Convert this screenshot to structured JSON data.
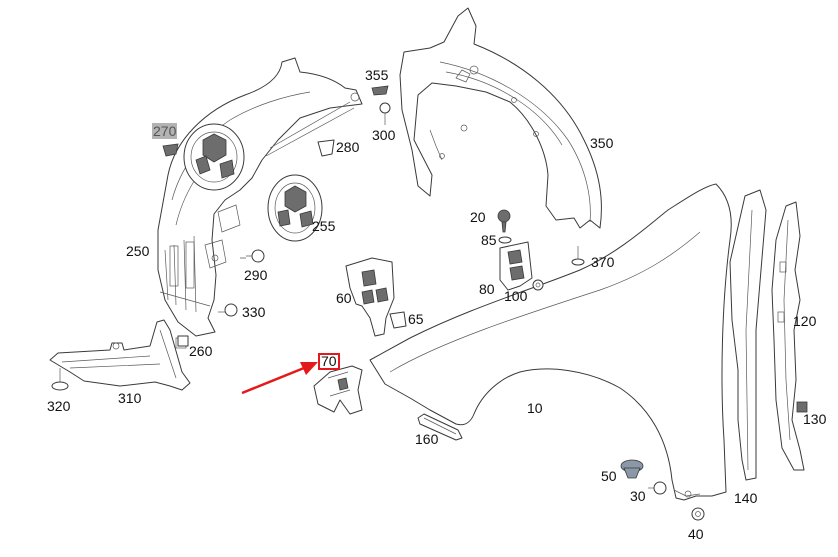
{
  "colors": {
    "line": "#3a3a3a",
    "highlight_arrow": "#e5191b",
    "greyed_label_bg": "#b3b3b3",
    "fastener_fill": "#6d6d6d",
    "cap_fill": "#8a98a8"
  },
  "parts": [
    {
      "id": "p10",
      "label": "10"
    },
    {
      "id": "p20",
      "label": "20"
    },
    {
      "id": "p30",
      "label": "30"
    },
    {
      "id": "p40",
      "label": "40"
    },
    {
      "id": "p50",
      "label": "50"
    },
    {
      "id": "p60",
      "label": "60"
    },
    {
      "id": "p65",
      "label": "65"
    },
    {
      "id": "p70",
      "label": "70"
    },
    {
      "id": "p80",
      "label": "80"
    },
    {
      "id": "p85",
      "label": "85"
    },
    {
      "id": "p100",
      "label": "100"
    },
    {
      "id": "p120",
      "label": "120"
    },
    {
      "id": "p130",
      "label": "130"
    },
    {
      "id": "p140",
      "label": "140"
    },
    {
      "id": "p160",
      "label": "160"
    },
    {
      "id": "p250",
      "label": "250"
    },
    {
      "id": "p255",
      "label": "255"
    },
    {
      "id": "p260",
      "label": "260"
    },
    {
      "id": "p270",
      "label": "270"
    },
    {
      "id": "p280",
      "label": "280"
    },
    {
      "id": "p290",
      "label": "290"
    },
    {
      "id": "p300",
      "label": "300"
    },
    {
      "id": "p310",
      "label": "310"
    },
    {
      "id": "p320",
      "label": "320"
    },
    {
      "id": "p330",
      "label": "330"
    },
    {
      "id": "p350",
      "label": "350"
    },
    {
      "id": "p355",
      "label": "355"
    },
    {
      "id": "p370",
      "label": "370"
    }
  ]
}
